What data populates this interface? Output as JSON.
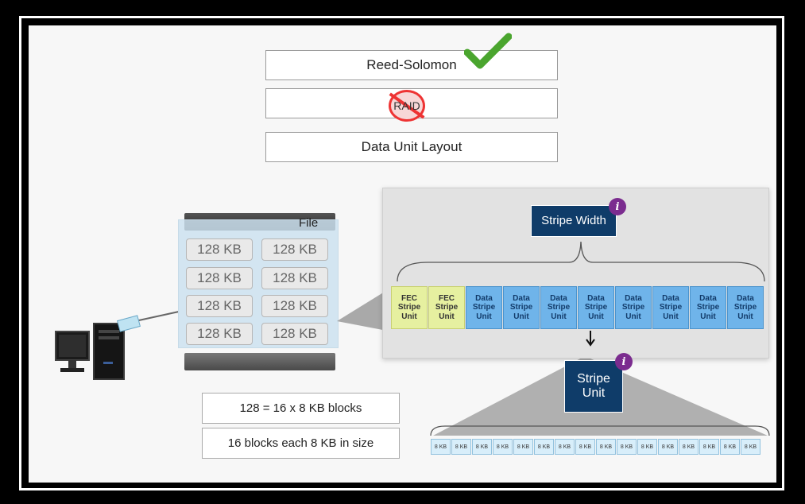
{
  "methods": {
    "reed_solomon": "Reed-Solomon",
    "raid": "RAID",
    "data_unit_layout": "Data Unit Layout"
  },
  "file": {
    "label": "File",
    "blocks": [
      "128 KB",
      "128 KB",
      "128 KB",
      "128 KB",
      "128 KB",
      "128 KB",
      "128 KB",
      "128 KB"
    ]
  },
  "notes": {
    "equation": "128 = 16 x 8 KB blocks",
    "description": "16 blocks each 8 KB in size"
  },
  "stripe": {
    "width_label": "Stripe Width",
    "info_icon": "i",
    "units": [
      {
        "label": "FEC Stripe Unit",
        "kind": "fec"
      },
      {
        "label": "FEC Stripe Unit",
        "kind": "fec"
      },
      {
        "label": "Data Stripe Unit",
        "kind": "data"
      },
      {
        "label": "Data Stripe Unit",
        "kind": "data"
      },
      {
        "label": "Data Stripe Unit",
        "kind": "data"
      },
      {
        "label": "Data Stripe Unit",
        "kind": "data"
      },
      {
        "label": "Data Stripe Unit",
        "kind": "data"
      },
      {
        "label": "Data Stripe Unit",
        "kind": "data"
      },
      {
        "label": "Data Stripe Unit",
        "kind": "data"
      },
      {
        "label": "Data Stripe Unit",
        "kind": "data"
      }
    ]
  },
  "stripe_unit": {
    "label": "Stripe Unit",
    "info_icon": "i",
    "blocks": [
      "8 KB",
      "8 KB",
      "8 KB",
      "8 KB",
      "8 KB",
      "8 KB",
      "8 KB",
      "8 KB",
      "8 KB",
      "8 KB",
      "8 KB",
      "8 KB",
      "8 KB",
      "8 KB",
      "8 KB",
      "8 KB"
    ]
  },
  "colors": {
    "navy": "#0f3c69",
    "fec": "#e6f0a0",
    "data": "#6fb4ea",
    "info": "#7b2c8f",
    "check": "#4aa52e",
    "prohibit": "#e33333"
  }
}
